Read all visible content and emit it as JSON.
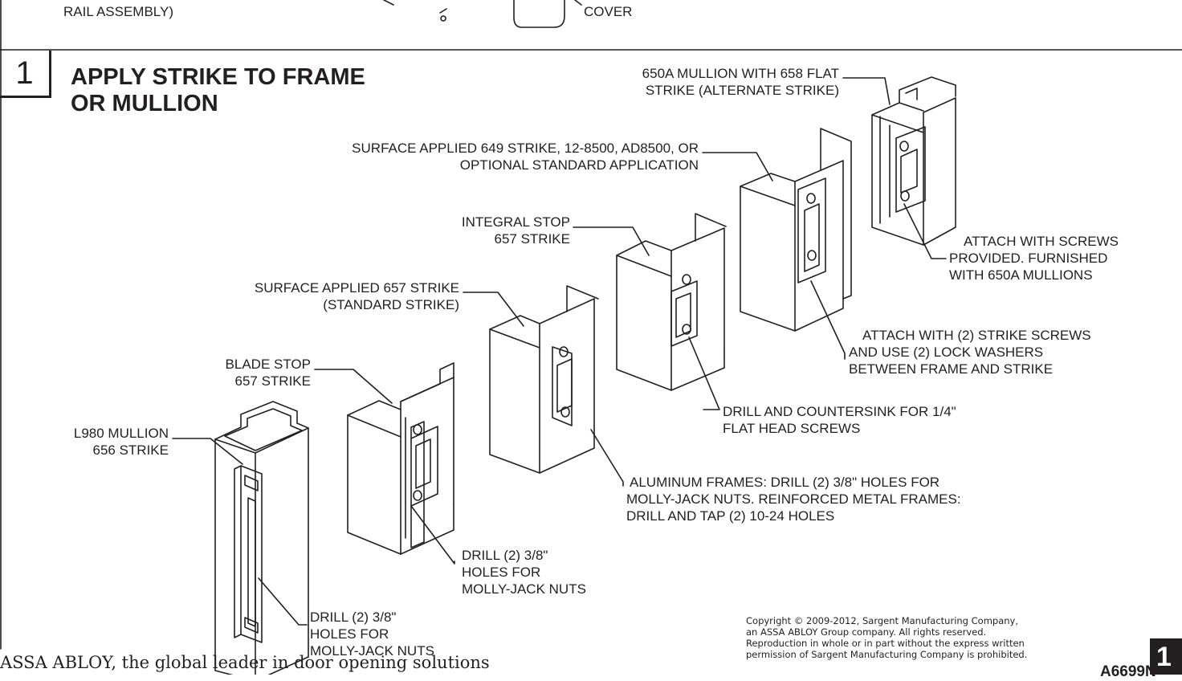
{
  "top_labels": {
    "rail_assembly": "RAIL ASSEMBLY)",
    "cover": "COVER"
  },
  "step": {
    "number": "1",
    "title_lines": [
      "APPLY STRIKE TO FRAME",
      "OR MULLION"
    ]
  },
  "callouts": {
    "mullion_650a": [
      "650A MULLION WITH 658 FLAT",
      "STRIKE (ALTERNATE STRIKE)"
    ],
    "surface_649": [
      "SURFACE APPLIED 649 STRIKE, 12-8500, AD8500, OR",
      "OPTIONAL STANDARD APPLICATION"
    ],
    "integral_stop": [
      "INTEGRAL STOP",
      "657 STRIKE"
    ],
    "surface_657": [
      "SURFACE APPLIED 657 STRIKE",
      "(STANDARD STRIKE)"
    ],
    "blade_stop": [
      "BLADE STOP",
      "657 STRIKE"
    ],
    "l980": [
      "L980 MULLION",
      "656 STRIKE"
    ],
    "attach_screws": [
      "ATTACH WITH SCREWS",
      "PROVIDED. FURNISHED",
      "WITH 650A MULLIONS"
    ],
    "attach_strike_screws": [
      "ATTACH WITH (2) STRIKE SCREWS",
      "AND USE (2) LOCK WASHERS",
      "BETWEEN FRAME AND STRIKE"
    ],
    "drill_countersink": [
      "DRILL AND COUNTERSINK FOR 1/4\"",
      "FLAT HEAD SCREWS"
    ],
    "aluminum_frames": [
      "ALUMINUM FRAMES: DRILL (2) 3/8\" HOLES FOR",
      "MOLLY-JACK NUTS. REINFORCED METAL FRAMES:",
      "DRILL AND TAP (2) 10-24 HOLES"
    ],
    "drill_molly_1": [
      "DRILL (2) 3/8\"",
      "HOLES FOR",
      "MOLLY-JACK NUTS"
    ],
    "drill_molly_2": [
      "DRILL (2) 3/8\"",
      "HOLES FOR",
      "MOLLY-JACK NUTS"
    ]
  },
  "copyright_lines": [
    "Copyright © 2009-2012, Sargent Manufacturing Company,",
    "an ASSA ABLOY Group company. All rights reserved.",
    "Reproduction in whole or in part without the express written",
    "permission of Sargent Manufacturing Company is prohibited."
  ],
  "footer": {
    "tagline": "ASSA ABLOY, the global leader in door opening solutions",
    "doc_id": "A6699N",
    "page_number": "1"
  }
}
